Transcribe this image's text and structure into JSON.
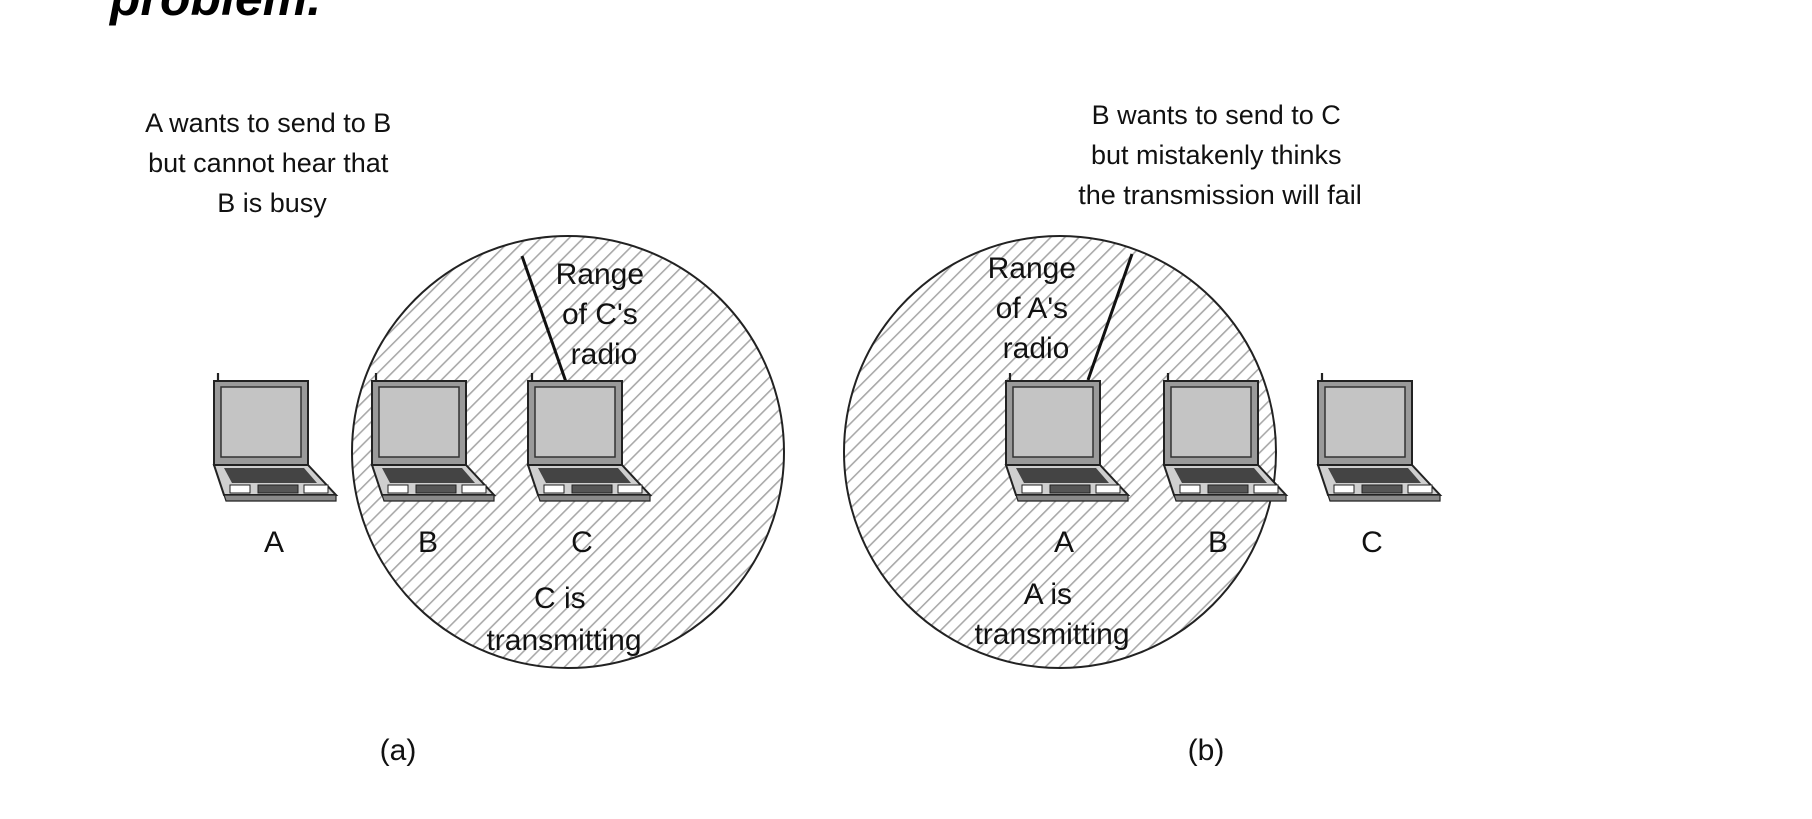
{
  "heading": "problem.",
  "panel_a": {
    "caption": "(a)",
    "note_lines": [
      "A wants to send to B",
      "but cannot hear that",
      "B is busy"
    ],
    "range_lines": [
      "Range",
      "of C's",
      "radio"
    ],
    "transmitting_lines": [
      "C is",
      "transmitting"
    ],
    "laptops": [
      "A",
      "B",
      "C"
    ]
  },
  "panel_b": {
    "caption": "(b)",
    "note_lines": [
      "B wants to send to C",
      "but mistakenly thinks",
      "the transmission will fail"
    ],
    "range_lines": [
      "Range",
      "of A's",
      "radio"
    ],
    "transmitting_lines": [
      "A is",
      "transmitting"
    ],
    "laptops": [
      "A",
      "B",
      "C"
    ]
  }
}
